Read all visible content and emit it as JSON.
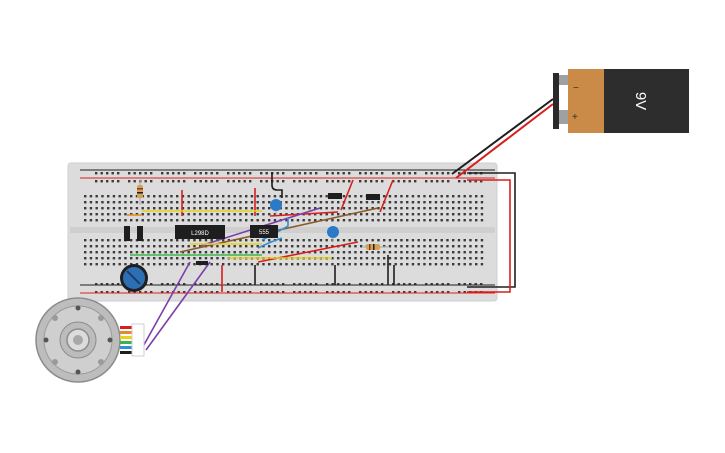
{
  "battery": {
    "label": "9V",
    "minus_sign": "−",
    "plus_sign": "+",
    "body_color": "#2d2d2d",
    "label_color": "#c98b47"
  },
  "chips": {
    "driver": "L298D",
    "timer": "555"
  },
  "colors": {
    "breadboard": "#dcdcdc",
    "rail_red": "#d81f1f",
    "rail_black": "#1e1e1e",
    "wire_yellow": "#e8d21a",
    "wire_purple": "#7b3fa8",
    "wire_brown": "#8a5a2b",
    "wire_blue": "#2f8fd8",
    "wire_green": "#3bb54a",
    "wire_orange": "#e6892a",
    "potentiometer": "#2d6fb5",
    "capacitor": "#2a7ac7"
  },
  "components": [
    "breadboard",
    "9v-battery",
    "l298d-driver",
    "555-timer",
    "potentiometer",
    "dc-motor-with-encoder",
    "resistor",
    "capacitor",
    "slide-switch"
  ]
}
